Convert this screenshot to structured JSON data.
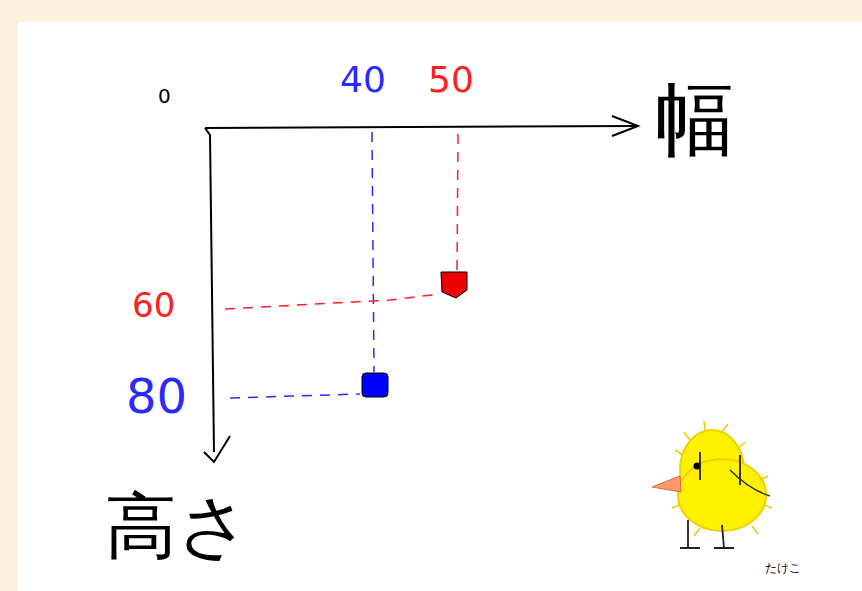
{
  "diagram": {
    "labels": [
      "0",
      "40",
      "50",
      "幅",
      "60",
      "80",
      "高さ",
      "たけこ"
    ]
  }
}
